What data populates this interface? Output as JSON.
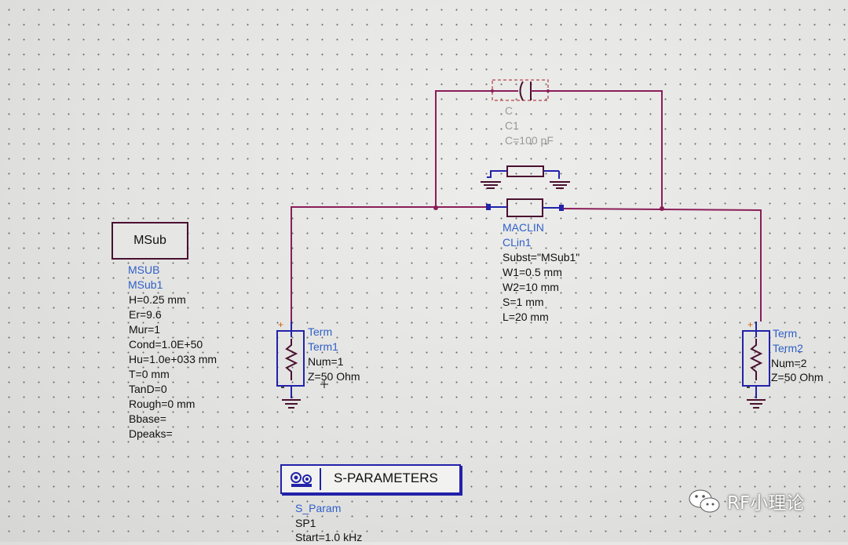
{
  "msub": {
    "box_label": "MSub",
    "type": "MSUB",
    "name": "MSub1",
    "params": [
      "H=0.25 mm",
      "Er=9.6",
      "Mur=1",
      "Cond=1.0E+50",
      "Hu=1.0e+033 mm",
      "T=0 mm",
      "TanD=0",
      "Rough=0 mm",
      "Bbase=",
      "Dpeaks="
    ]
  },
  "capacitor": {
    "type": "C",
    "name": "C1",
    "params": [
      "C=100 pF"
    ]
  },
  "maclin": {
    "type": "MACLIN",
    "name": "CLin1",
    "params": [
      "Subst=\"MSub1\"",
      "W1=0.5 mm",
      "W2=10 mm",
      "S=1 mm",
      "L=20 mm"
    ]
  },
  "term1": {
    "type": "Term",
    "name": "Term1",
    "params": [
      "Num=1",
      "Z=50 Ohm"
    ]
  },
  "term2": {
    "type": "Term",
    "name": "Term2",
    "params": [
      "Num=2",
      "Z=50 Ohm"
    ]
  },
  "sparam": {
    "box_label": "S-PARAMETERS",
    "type": "S_Param",
    "name": "SP1",
    "params": [
      "Start=1.0 kHz"
    ]
  },
  "watermark": {
    "text": "RF小理论",
    "icon": "wechat-icon"
  },
  "colors": {
    "wire": "#8a1e5a",
    "label_blue": "#2f60c8",
    "component": "#2222aa",
    "disabled": "#c06060"
  }
}
